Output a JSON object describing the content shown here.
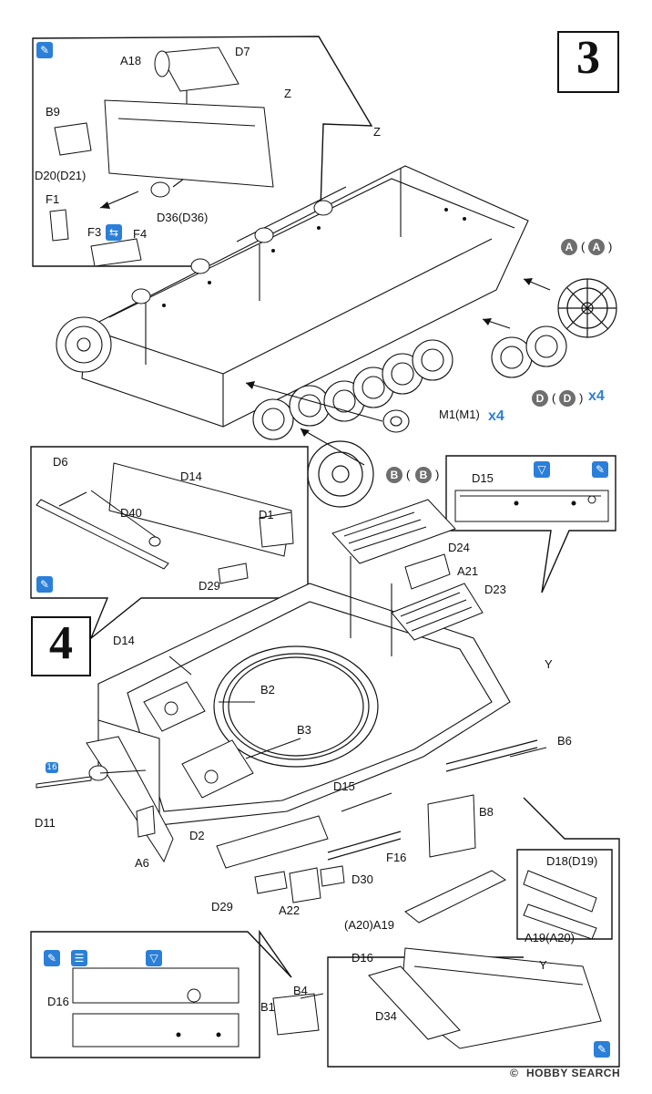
{
  "steps": {
    "step3": "3",
    "step4": "4"
  },
  "labels": {
    "d7": "D7",
    "a18": "A18",
    "z_inset": "Z",
    "b9": "B9",
    "d20": "D20(D21)",
    "f1": "F1",
    "d36": "D36(D36)",
    "f3": "F3",
    "f4": "F4",
    "z_main": "Z",
    "m1": "M1(M1)",
    "d6": "D6",
    "d14_inset": "D14",
    "d40": "D40",
    "d1": "D1",
    "d29_inset": "D29",
    "d15_inset": "D15",
    "d24": "D24",
    "a21": "A21",
    "d23": "D23",
    "d14_main": "D14",
    "y_main": "Y",
    "b2": "B2",
    "b3": "B3",
    "b6": "B6",
    "d15_main": "D15",
    "b8": "B8",
    "d11": "D11",
    "a6": "A6",
    "d2": "D2",
    "f16": "F16",
    "d30": "D30",
    "d29_main": "D29",
    "a22": "A22",
    "d18": "D18(D19)",
    "a20a19": "(A20)A19",
    "a19a20": "A19(A20)",
    "y_bottom": "Y",
    "d16_inset": "D16",
    "d16_main": "D16",
    "b4": "B4",
    "b1": "B1",
    "d34": "D34"
  },
  "callouts": {
    "a_open": "A",
    "a_paren": "(",
    "a_close": "A",
    "a_paren2": ")",
    "b_open": "B",
    "b_paren": "(",
    "b_close": "B",
    "b_paren2": ")",
    "d_open": "D",
    "d_paren": "(",
    "d_close": "D",
    "d_paren2": ")",
    "x4_d": "x4",
    "x4_m": "x4"
  },
  "icons": {
    "cement": "cement-icon",
    "flip": "flip-icon",
    "drill": "drill-icon",
    "striped": "striped-icon",
    "length": "16"
  },
  "watermark": {
    "brand": "HOBBY SEARCH",
    "glyph": "©"
  },
  "colors": {
    "accent_blue": "#2b7fd8",
    "callout_grey": "#6e6e6e",
    "ink": "#111111"
  }
}
